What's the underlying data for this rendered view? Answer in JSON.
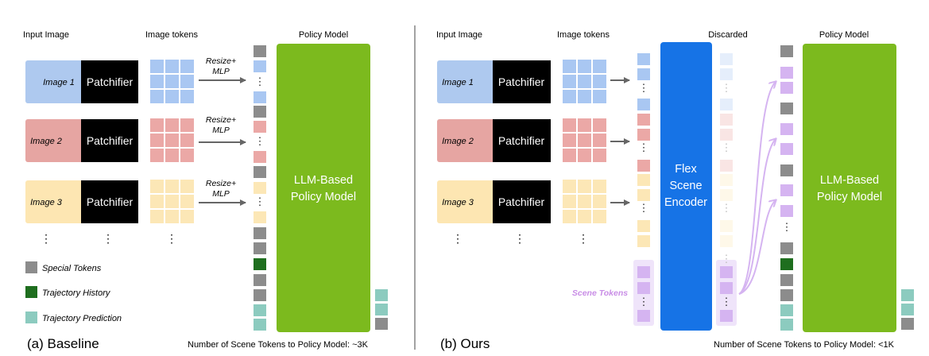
{
  "colors": {
    "image1": "#aec9ef",
    "image2": "#e6a5a2",
    "image3": "#fde6b2",
    "tok1": "#a9c7f2",
    "tok2": "#eba8a6",
    "tok3": "#fce7b6",
    "special": "#8c8c8c",
    "history": "#1e6e1e",
    "prediction": "#8ccbbf",
    "scene": "#d5b4f1",
    "scene_bg": "#efe4fa",
    "llm": "#7cba1e",
    "encoder": "#1673e6",
    "curve": "#d5b4f1",
    "arrow": "#666666",
    "scene_label": "#c98ee6"
  },
  "baseline": {
    "col_input": "Input Image",
    "col_tokens": "Image tokens",
    "col_policy": "Policy Model",
    "images": [
      "Image 1",
      "Image 2",
      "Image 3"
    ],
    "patchifier": "Patchifier",
    "resize_line1": "Resize+",
    "resize_line2": "MLP",
    "llm_line1": "LLM-Based",
    "llm_line2": "Policy Model",
    "caption": "(a) Baseline",
    "footer": "Number of Scene Tokens to Policy Model: ~3K"
  },
  "legend": {
    "special": "Special Tokens",
    "history": "Trajectory History",
    "prediction": "Trajectory Prediction"
  },
  "ours": {
    "col_input": "Input Image",
    "col_tokens": "Image tokens",
    "col_discarded": "Discarded",
    "col_policy": "Policy Model",
    "images": [
      "Image 1",
      "Image 2",
      "Image 3"
    ],
    "patchifier": "Patchifier",
    "encoder_line1": "Flex",
    "encoder_line2": "Scene",
    "encoder_line3": "Encoder",
    "scene_tokens": "Scene Tokens",
    "llm_line1": "LLM-Based",
    "llm_line2": "Policy Model",
    "caption": "(b) Ours",
    "footer": "Number of Scene Tokens to Policy Model: <1K"
  }
}
